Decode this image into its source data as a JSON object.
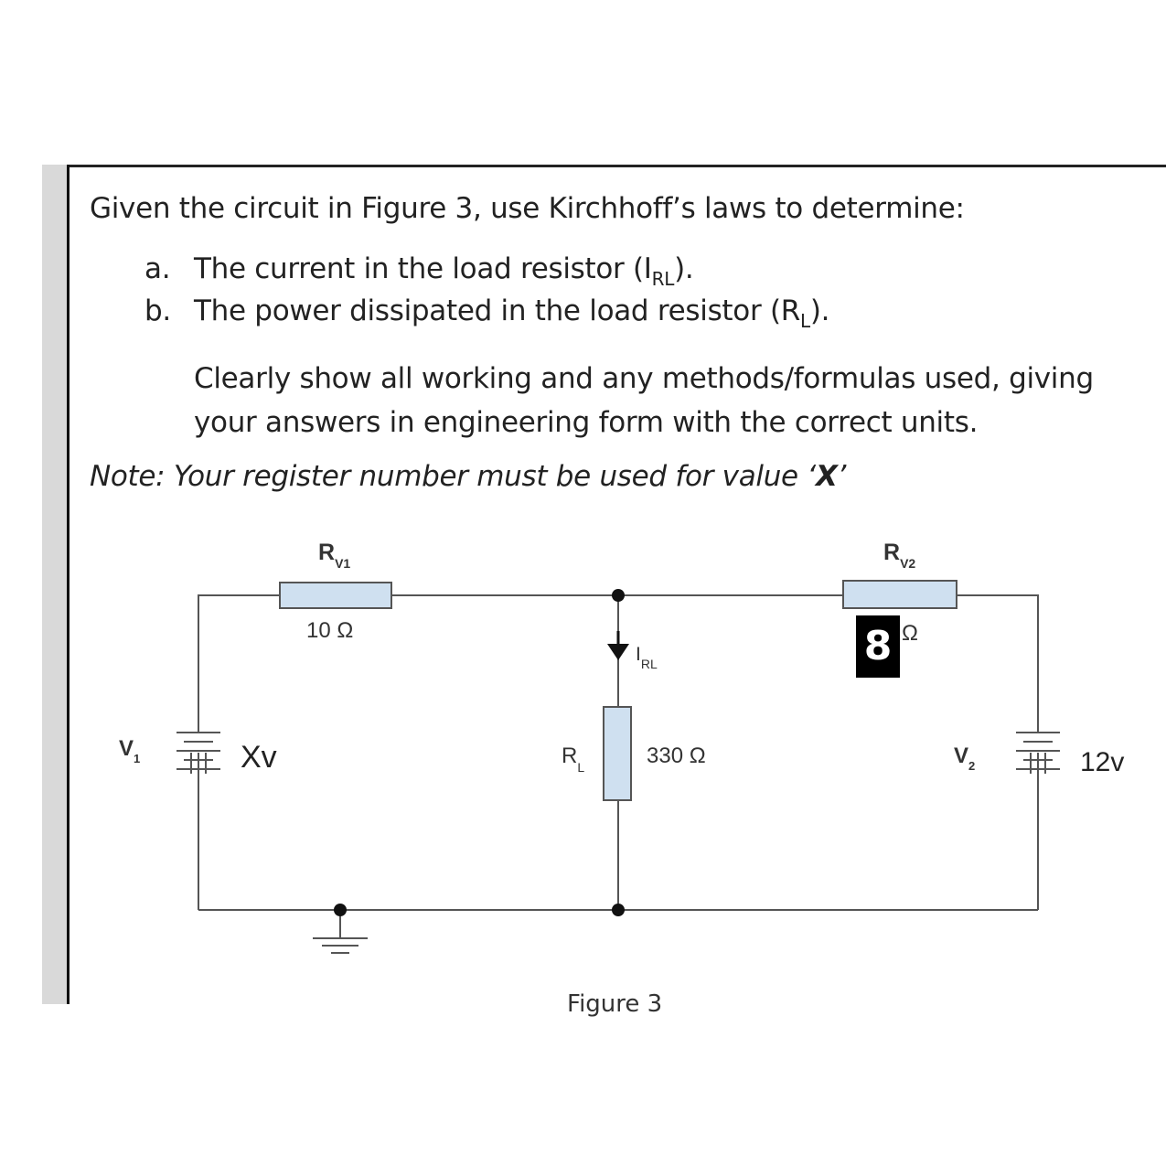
{
  "question": {
    "intro": "Given the circuit in Figure 3, use Kirchhoff’s laws to determine:",
    "item_a": {
      "label": "a.",
      "text": "The current in the load resistor (I",
      "sub": "RL",
      "tail": ")."
    },
    "item_b": {
      "label": "b.",
      "text": "The power dissipated in the load resistor (R",
      "sub": "L",
      "tail": ")."
    },
    "instruction_line1": "Clearly show all working and any methods/formulas used, giving",
    "instruction_line2": "your answers in engineering form with the correct units.",
    "note_prefix": "Note: Your register number must be used for value ‘",
    "note_var": "X",
    "note_suffix": "’"
  },
  "circuit": {
    "rv1": {
      "name": "R",
      "sub": "V1",
      "value": "10 Ω"
    },
    "rv2": {
      "name": "R",
      "sub": "V2",
      "value_number": "8",
      "value_unit": "Ω"
    },
    "rl": {
      "name": "R",
      "sub": "L",
      "value": "330 Ω"
    },
    "irl": {
      "name": "I",
      "sub": "RL"
    },
    "v1": {
      "name": "V",
      "sub": "1",
      "value": "Xv"
    },
    "v2": {
      "name": "V",
      "sub": "2",
      "value": "12v"
    },
    "resistor_fill": "#cfe0f0",
    "wire_color": "#555555"
  },
  "figure_caption": "Figure 3"
}
